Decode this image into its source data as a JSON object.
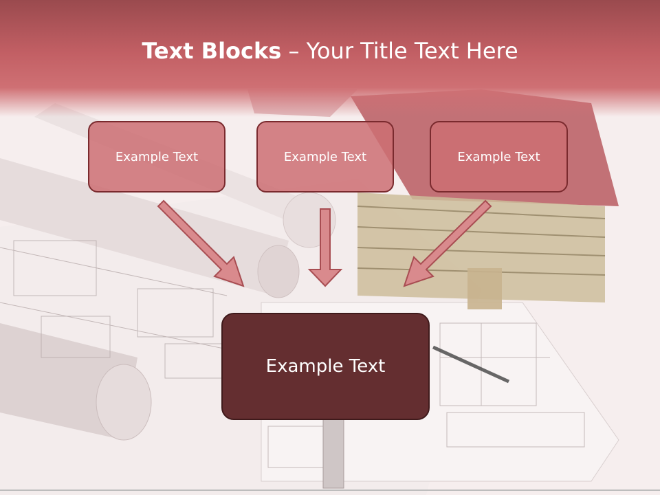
{
  "slide": {
    "title_bold": "Text Blocks",
    "title_rest": " – Your Title Text Here"
  },
  "blocks": [
    {
      "label": "Example Text"
    },
    {
      "label": "Example Text"
    },
    {
      "label": "Example Text"
    }
  ],
  "main_block": {
    "label": "Example Text"
  },
  "colors": {
    "header": "#c25f64",
    "block_fill": "#d6878b",
    "block_border": "#7a2a2e",
    "main_fill": "#642e30",
    "arrow_fill": "#d98a8d"
  }
}
